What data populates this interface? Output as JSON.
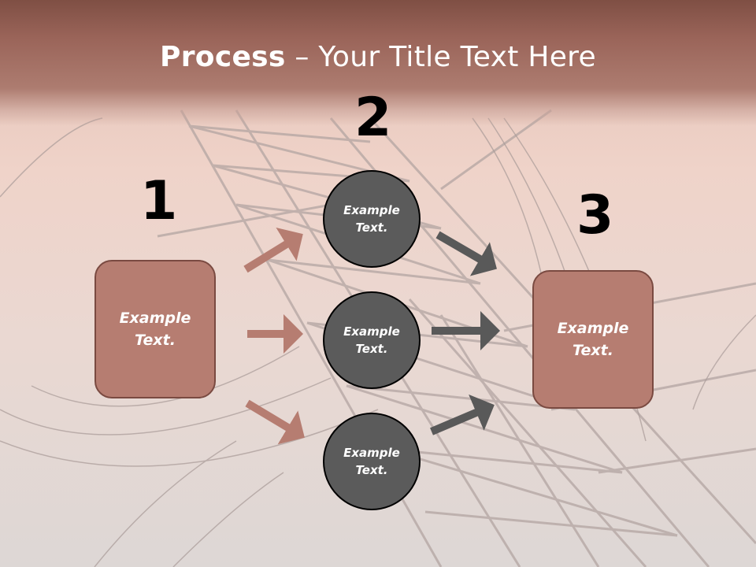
{
  "title": {
    "bold": "Process",
    "rest": " – Your Title Text Here"
  },
  "steps": [
    {
      "number": "1",
      "text": "Example Text."
    },
    {
      "number": "2",
      "text": "Example Text."
    },
    {
      "number": "3",
      "text": "Example Text."
    }
  ],
  "circles": [
    {
      "text": "Example Text."
    },
    {
      "text": "Example Text."
    },
    {
      "text": "Example Text."
    }
  ],
  "colors": {
    "title_band": "#9a6459",
    "box_fill": "#b67d71",
    "circle_fill": "#5b5b5b",
    "arrow_left": "#b67d71",
    "arrow_right": "#595959"
  }
}
